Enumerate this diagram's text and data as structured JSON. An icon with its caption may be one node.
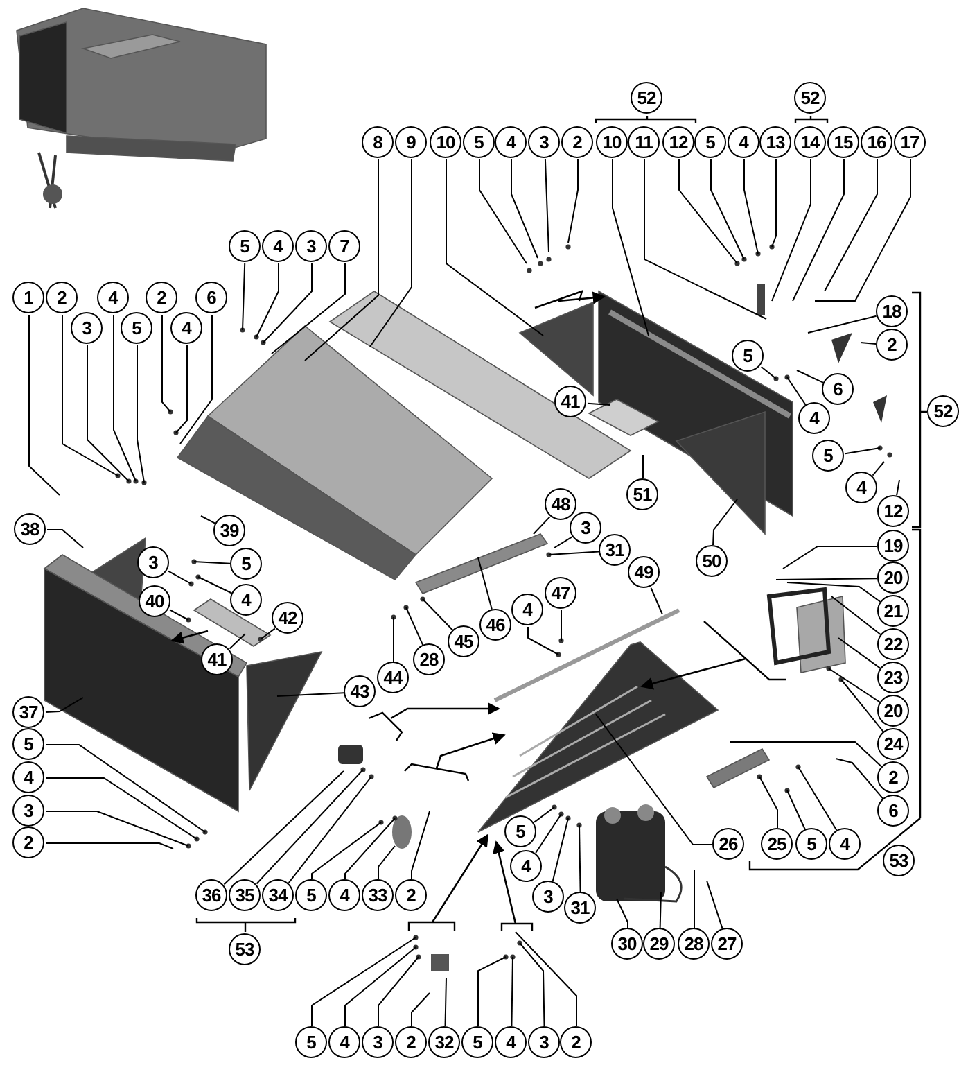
{
  "diagram": {
    "nodes": [
      {
        "text": [
          "52"
        ]
      },
      {
        "text": [
          "52"
        ]
      },
      {
        "text": [
          "8"
        ]
      },
      {
        "text": [
          "9"
        ]
      },
      {
        "text": [
          "10"
        ]
      },
      {
        "text": [
          "5"
        ]
      },
      {
        "text": [
          "4"
        ]
      },
      {
        "text": [
          "3"
        ]
      },
      {
        "text": [
          "2"
        ]
      },
      {
        "text": [
          "10"
        ]
      },
      {
        "text": [
          "11"
        ]
      },
      {
        "text": [
          "12"
        ]
      },
      {
        "text": [
          "5"
        ]
      },
      {
        "text": [
          "4"
        ]
      },
      {
        "text": [
          "13"
        ]
      },
      {
        "text": [
          "14"
        ]
      },
      {
        "text": [
          "15"
        ]
      },
      {
        "text": [
          "16"
        ]
      },
      {
        "text": [
          "17"
        ]
      },
      {
        "text": [
          "5"
        ]
      },
      {
        "text": [
          "4"
        ]
      },
      {
        "text": [
          "3"
        ]
      },
      {
        "text": [
          "7"
        ]
      },
      {
        "text": [
          "1"
        ]
      },
      {
        "text": [
          "2"
        ]
      },
      {
        "text": [
          "4"
        ]
      },
      {
        "text": [
          "2"
        ]
      },
      {
        "text": [
          "6"
        ]
      },
      {
        "text": [
          "3"
        ]
      },
      {
        "text": [
          "5"
        ]
      },
      {
        "text": [
          "4"
        ]
      },
      {
        "text": [
          "18"
        ]
      },
      {
        "text": [
          "2"
        ]
      },
      {
        "text": [
          "5"
        ]
      },
      {
        "text": [
          "6"
        ]
      },
      {
        "text": [
          "41"
        ]
      },
      {
        "text": [
          "52"
        ]
      },
      {
        "text": [
          "4"
        ]
      },
      {
        "text": [
          "5"
        ]
      },
      {
        "text": [
          "4"
        ]
      },
      {
        "text": [
          "51"
        ]
      },
      {
        "text": [
          "48"
        ]
      },
      {
        "text": [
          "12"
        ]
      },
      {
        "text": [
          "38"
        ]
      },
      {
        "text": [
          "39"
        ]
      },
      {
        "text": [
          "3"
        ]
      },
      {
        "text": [
          "19"
        ]
      },
      {
        "text": [
          "31"
        ]
      },
      {
        "text": [
          "50"
        ]
      },
      {
        "text": [
          "3"
        ]
      },
      {
        "text": [
          "5"
        ]
      },
      {
        "text": [
          "49"
        ]
      },
      {
        "text": [
          "20"
        ]
      },
      {
        "text": [
          "47"
        ]
      },
      {
        "text": [
          "40"
        ]
      },
      {
        "text": [
          "4"
        ]
      },
      {
        "text": [
          "4"
        ]
      },
      {
        "text": [
          "21"
        ]
      },
      {
        "text": [
          "42"
        ]
      },
      {
        "text": [
          "46"
        ]
      },
      {
        "text": [
          "45"
        ]
      },
      {
        "text": [
          "22"
        ]
      },
      {
        "text": [
          "41"
        ]
      },
      {
        "text": [
          "28"
        ]
      },
      {
        "text": [
          "44"
        ]
      },
      {
        "text": [
          "23"
        ]
      },
      {
        "text": [
          "43"
        ]
      },
      {
        "text": [
          "20"
        ]
      },
      {
        "text": [
          "37"
        ]
      },
      {
        "text": [
          "5"
        ]
      },
      {
        "text": [
          "24"
        ]
      },
      {
        "text": [
          "4"
        ]
      },
      {
        "text": [
          "2"
        ]
      },
      {
        "text": [
          "3"
        ]
      },
      {
        "text": [
          "6"
        ]
      },
      {
        "text": [
          "5"
        ]
      },
      {
        "text": [
          "2"
        ]
      },
      {
        "text": [
          "26"
        ]
      },
      {
        "text": [
          "25"
        ]
      },
      {
        "text": [
          "5"
        ]
      },
      {
        "text": [
          "4"
        ]
      },
      {
        "text": [
          "53"
        ]
      },
      {
        "text": [
          "4"
        ]
      },
      {
        "text": [
          "36"
        ]
      },
      {
        "text": [
          "35"
        ]
      },
      {
        "text": [
          "34"
        ]
      },
      {
        "text": [
          "5"
        ]
      },
      {
        "text": [
          "4"
        ]
      },
      {
        "text": [
          "33"
        ]
      },
      {
        "text": [
          "2"
        ]
      },
      {
        "text": [
          "3"
        ]
      },
      {
        "text": [
          "31"
        ]
      },
      {
        "text": [
          "53"
        ]
      },
      {
        "text": [
          "30"
        ]
      },
      {
        "text": [
          "29"
        ]
      },
      {
        "text": [
          "28"
        ]
      },
      {
        "text": [
          "27"
        ]
      },
      {
        "text": [
          "5"
        ]
      },
      {
        "text": [
          "4"
        ]
      },
      {
        "text": [
          "3"
        ]
      },
      {
        "text": [
          "2"
        ]
      },
      {
        "text": [
          "32"
        ]
      },
      {
        "text": [
          "5"
        ]
      },
      {
        "text": [
          "4"
        ]
      },
      {
        "text": [
          "3"
        ]
      },
      {
        "text": [
          "2"
        ]
      }
    ],
    "edges": [
      {
        "from": 2,
        "to": null,
        "arrow": "none"
      },
      {
        "from": 3,
        "to": null,
        "arrow": "none"
      },
      {
        "from": 4,
        "to": null,
        "arrow": "none"
      },
      {
        "from": 5,
        "to": null,
        "arrow": "none"
      },
      {
        "from": 6,
        "to": null,
        "arrow": "none"
      },
      {
        "from": 7,
        "to": null,
        "arrow": "none"
      },
      {
        "from": 8,
        "to": null,
        "arrow": "none"
      },
      {
        "from": 9,
        "to": null,
        "arrow": "none"
      },
      {
        "from": 10,
        "to": null,
        "arrow": "none"
      },
      {
        "from": 11,
        "to": null,
        "arrow": "none"
      },
      {
        "from": 12,
        "to": null,
        "arrow": "none"
      },
      {
        "from": 13,
        "to": null,
        "arrow": "none"
      },
      {
        "from": 14,
        "to": null,
        "arrow": "none"
      },
      {
        "from": 15,
        "to": null,
        "arrow": "none"
      },
      {
        "from": 16,
        "to": null,
        "arrow": "none"
      },
      {
        "from": 17,
        "to": null,
        "arrow": "none"
      },
      {
        "from": 18,
        "to": null,
        "arrow": "none"
      },
      {
        "from": 19,
        "to": null,
        "arrow": "none"
      },
      {
        "from": 20,
        "to": null,
        "arrow": "none"
      },
      {
        "from": 21,
        "to": null,
        "arrow": "none"
      },
      {
        "from": 22,
        "to": null,
        "arrow": "none"
      },
      {
        "from": 23,
        "to": null,
        "arrow": "none"
      },
      {
        "from": 24,
        "to": null,
        "arrow": "none"
      },
      {
        "from": 25,
        "to": null,
        "arrow": "none"
      },
      {
        "from": 26,
        "to": null,
        "arrow": "none"
      },
      {
        "from": 27,
        "to": null,
        "arrow": "none"
      },
      {
        "from": 28,
        "to": null,
        "arrow": "none"
      },
      {
        "from": 29,
        "to": null,
        "arrow": "none"
      },
      {
        "from": 30,
        "to": null,
        "arrow": "none"
      },
      {
        "from": 31,
        "to": null,
        "arrow": "none"
      },
      {
        "from": 32,
        "to": null,
        "arrow": "none"
      },
      {
        "from": 33,
        "to": null,
        "arrow": "none"
      },
      {
        "from": 34,
        "to": null,
        "arrow": "none"
      },
      {
        "from": 35,
        "to": null,
        "arrow": "none"
      },
      {
        "from": 37,
        "to": null,
        "arrow": "none"
      },
      {
        "from": 38,
        "to": null,
        "arrow": "none"
      },
      {
        "from": 39,
        "to": null,
        "arrow": "none"
      },
      {
        "from": 40,
        "to": null,
        "arrow": "none"
      },
      {
        "from": 41,
        "to": null,
        "arrow": "none"
      },
      {
        "from": 42,
        "to": null,
        "arrow": "none"
      },
      {
        "from": 43,
        "to": null,
        "arrow": "none"
      },
      {
        "from": 44,
        "to": null,
        "arrow": "none"
      },
      {
        "from": 45,
        "to": null,
        "arrow": "none"
      },
      {
        "from": 46,
        "to": null,
        "arrow": "none"
      },
      {
        "from": 47,
        "to": null,
        "arrow": "none"
      },
      {
        "from": 48,
        "to": null,
        "arrow": "none"
      },
      {
        "from": 49,
        "to": null,
        "arrow": "none"
      },
      {
        "from": 50,
        "to": null,
        "arrow": "none"
      },
      {
        "from": 51,
        "to": null,
        "arrow": "none"
      },
      {
        "from": 52,
        "to": null,
        "arrow": "none"
      },
      {
        "from": 53,
        "to": null,
        "arrow": "none"
      },
      {
        "from": 54,
        "to": null,
        "arrow": "none"
      },
      {
        "from": 55,
        "to": null,
        "arrow": "none"
      },
      {
        "from": 56,
        "to": null,
        "arrow": "none"
      },
      {
        "from": 57,
        "to": null,
        "arrow": "none"
      },
      {
        "from": 58,
        "to": null,
        "arrow": "none"
      },
      {
        "from": 59,
        "to": null,
        "arrow": "none"
      },
      {
        "from": 60,
        "to": null,
        "arrow": "none"
      },
      {
        "from": 61,
        "to": null,
        "arrow": "none"
      },
      {
        "from": 62,
        "to": null,
        "arrow": "none"
      },
      {
        "from": 63,
        "to": null,
        "arrow": "none"
      },
      {
        "from": 64,
        "to": null,
        "arrow": "none"
      },
      {
        "from": 65,
        "to": null,
        "arrow": "none"
      },
      {
        "from": 66,
        "to": null,
        "arrow": "none"
      },
      {
        "from": 67,
        "to": null,
        "arrow": "none"
      },
      {
        "from": 68,
        "to": null,
        "arrow": "none"
      },
      {
        "from": 69,
        "to": null,
        "arrow": "none"
      },
      {
        "from": 70,
        "to": null,
        "arrow": "none"
      },
      {
        "from": 71,
        "to": null,
        "arrow": "none"
      },
      {
        "from": 72,
        "to": null,
        "arrow": "none"
      },
      {
        "from": 73,
        "to": null,
        "arrow": "none"
      },
      {
        "from": 74,
        "to": null,
        "arrow": "none"
      },
      {
        "from": 75,
        "to": null,
        "arrow": "none"
      },
      {
        "from": 76,
        "to": null,
        "arrow": "none"
      },
      {
        "from": 77,
        "to": null,
        "arrow": "none"
      },
      {
        "from": 78,
        "to": null,
        "arrow": "none"
      },
      {
        "from": 79,
        "to": null,
        "arrow": "none"
      },
      {
        "from": 80,
        "to": null,
        "arrow": "none"
      },
      {
        "from": 82,
        "to": null,
        "arrow": "none"
      },
      {
        "from": 83,
        "to": null,
        "arrow": "none"
      },
      {
        "from": 84,
        "to": null,
        "arrow": "none"
      },
      {
        "from": 85,
        "to": null,
        "arrow": "none"
      },
      {
        "from": 86,
        "to": null,
        "arrow": "none"
      },
      {
        "from": 87,
        "to": null,
        "arrow": "none"
      },
      {
        "from": 88,
        "to": null,
        "arrow": "none"
      },
      {
        "from": 89,
        "to": null,
        "arrow": "none"
      },
      {
        "from": 90,
        "to": null,
        "arrow": "none"
      },
      {
        "from": 91,
        "to": null,
        "arrow": "none"
      },
      {
        "from": 93,
        "to": null,
        "arrow": "none"
      },
      {
        "from": 94,
        "to": null,
        "arrow": "none"
      },
      {
        "from": 95,
        "to": null,
        "arrow": "none"
      },
      {
        "from": 96,
        "to": null,
        "arrow": "none"
      },
      {
        "from": 97,
        "to": null,
        "arrow": "none"
      },
      {
        "from": 98,
        "to": null,
        "arrow": "none"
      },
      {
        "from": 99,
        "to": null,
        "arrow": "none"
      },
      {
        "from": 100,
        "to": null,
        "arrow": "none"
      },
      {
        "from": 101,
        "to": null,
        "arrow": "none"
      },
      {
        "from": 102,
        "to": null,
        "arrow": "none"
      },
      {
        "from": 103,
        "to": null,
        "arrow": "none"
      },
      {
        "from": 104,
        "to": null,
        "arrow": "none"
      },
      {
        "from": 105,
        "to": null,
        "arrow": "none"
      }
    ]
  }
}
